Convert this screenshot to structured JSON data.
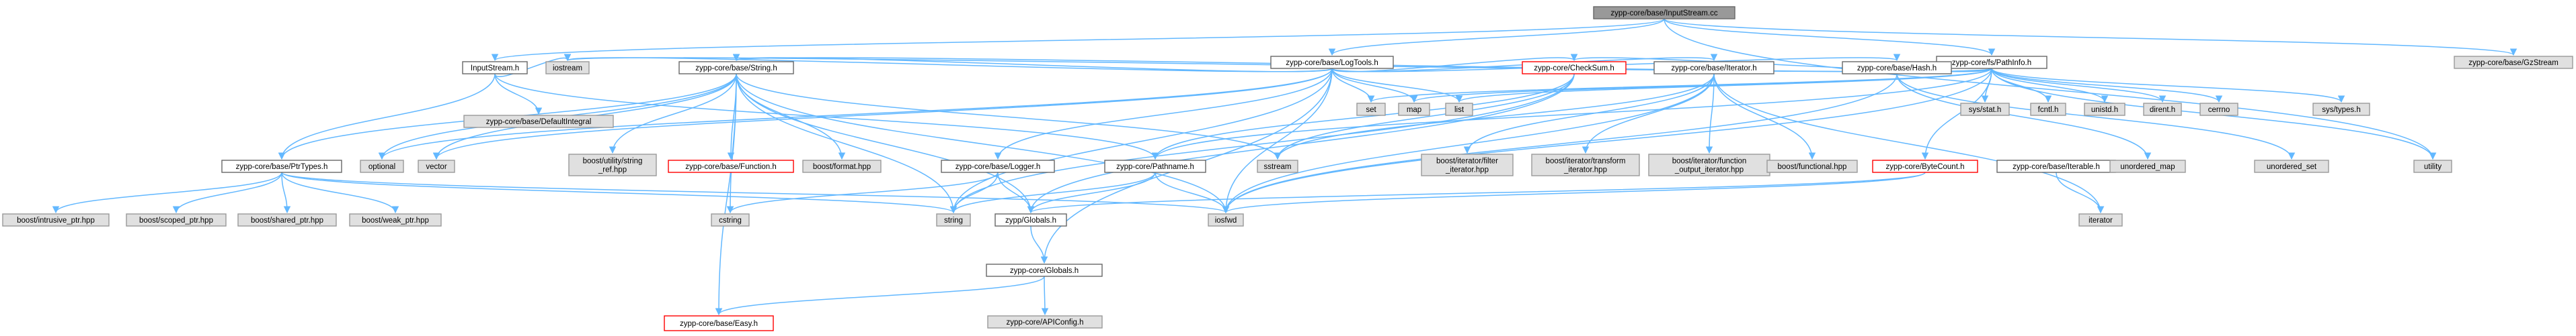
{
  "colors": {
    "edge": "#63b8ff",
    "root_fill": "#999999",
    "ext_fill": "#e0e0e0",
    "ext_border": "#999999",
    "doc_border": "#666666",
    "missing_border": "#ff0000",
    "white": "#ffffff"
  },
  "legend_styles": {
    "root": "current file (grey fill)",
    "doc": "documented header (white, grey border)",
    "ext": "external header (light grey fill)",
    "missing": "undocumented header (red border)"
  },
  "nodes": [
    {
      "id": "n_root",
      "label": "zypp-core/base/InputStream.cc",
      "style": "root"
    },
    {
      "id": "n_inputstream_h",
      "label": "InputStream.h",
      "style": "doc"
    },
    {
      "id": "n_logtools",
      "label": "zypp-core/base/LogTools.h",
      "style": "doc"
    },
    {
      "id": "n_pathinfo",
      "label": "zypp-core/fs/PathInfo.h",
      "style": "doc"
    },
    {
      "id": "n_gzstream",
      "label": "zypp-core/base/GzStream",
      "style": "ext"
    },
    {
      "id": "n_iostream",
      "label": "iostream",
      "style": "ext"
    },
    {
      "id": "n_defaultintegral",
      "label": "zypp-core/base/DefaultIntegral",
      "style": "ext"
    },
    {
      "id": "n_ptrtypes",
      "label": "zypp-core/base/PtrTypes.h",
      "style": "doc"
    },
    {
      "id": "n_string_h",
      "label": "zypp-core/base/String.h",
      "style": "doc"
    },
    {
      "id": "n_optional",
      "label": "optional",
      "style": "ext"
    },
    {
      "id": "n_vector",
      "label": "vector",
      "style": "ext"
    },
    {
      "id": "n_boost_stringref",
      "label": "boost/utility/string\n_ref.hpp",
      "style": "ext"
    },
    {
      "id": "n_function_h",
      "label": "zypp-core/base/Function.h",
      "style": "missing"
    },
    {
      "id": "n_boost_format",
      "label": "boost/format.hpp",
      "style": "ext"
    },
    {
      "id": "n_boost_intrusive",
      "label": "boost/intrusive_ptr.hpp",
      "style": "ext"
    },
    {
      "id": "n_boost_scoped",
      "label": "boost/scoped_ptr.hpp",
      "style": "ext"
    },
    {
      "id": "n_boost_shared",
      "label": "boost/shared_ptr.hpp",
      "style": "ext"
    },
    {
      "id": "n_boost_weak",
      "label": "boost/weak_ptr.hpp",
      "style": "ext"
    },
    {
      "id": "n_cstring",
      "label": "cstring",
      "style": "ext"
    },
    {
      "id": "n_string",
      "label": "string",
      "style": "ext"
    },
    {
      "id": "n_sstream",
      "label": "sstream",
      "style": "ext"
    },
    {
      "id": "n_set",
      "label": "set",
      "style": "ext"
    },
    {
      "id": "n_map",
      "label": "map",
      "style": "ext"
    },
    {
      "id": "n_list",
      "label": "list",
      "style": "ext"
    },
    {
      "id": "n_checksum",
      "label": "zypp-core/CheckSum.h",
      "style": "missing"
    },
    {
      "id": "n_iterator_h",
      "label": "zypp-core/base/Iterator.h",
      "style": "doc"
    },
    {
      "id": "n_hash_h",
      "label": "zypp-core/base/Hash.h",
      "style": "doc"
    },
    {
      "id": "n_logger_h",
      "label": "zypp-core/base/Logger.h",
      "style": "doc"
    },
    {
      "id": "n_pathname",
      "label": "zypp-core/Pathname.h",
      "style": "doc"
    },
    {
      "id": "n_globals_zypp",
      "label": "zypp/Globals.h",
      "style": "doc"
    },
    {
      "id": "n_iosfwd",
      "label": "iosfwd",
      "style": "ext"
    },
    {
      "id": "n_globals_core",
      "label": "zypp-core/Globals.h",
      "style": "doc"
    },
    {
      "id": "n_easy_h",
      "label": "zypp-core/base/Easy.h",
      "style": "missing"
    },
    {
      "id": "n_apiconfig",
      "label": "zypp-core/APIConfig.h",
      "style": "ext"
    },
    {
      "id": "n_boost_filter",
      "label": "boost/iterator/filter\n_iterator.hpp",
      "style": "ext"
    },
    {
      "id": "n_boost_transform",
      "label": "boost/iterator/transform\n_iterator.hpp",
      "style": "ext"
    },
    {
      "id": "n_boost_funcout",
      "label": "boost/iterator/function\n_output_iterator.hpp",
      "style": "ext"
    },
    {
      "id": "n_boost_functional",
      "label": "boost/functional.hpp",
      "style": "ext"
    },
    {
      "id": "n_bytecount",
      "label": "zypp-core/ByteCount.h",
      "style": "missing"
    },
    {
      "id": "n_iterable",
      "label": "zypp-core/base/Iterable.h",
      "style": "doc"
    },
    {
      "id": "n_iterator",
      "label": "iterator",
      "style": "ext"
    },
    {
      "id": "n_unordered_map",
      "label": "unordered_map",
      "style": "ext"
    },
    {
      "id": "n_unordered_set",
      "label": "unordered_set",
      "style": "ext"
    },
    {
      "id": "n_sys_stat",
      "label": "sys/stat.h",
      "style": "ext"
    },
    {
      "id": "n_fcntl",
      "label": "fcntl.h",
      "style": "ext"
    },
    {
      "id": "n_unistd",
      "label": "unistd.h",
      "style": "ext"
    },
    {
      "id": "n_dirent",
      "label": "dirent.h",
      "style": "ext"
    },
    {
      "id": "n_cerrno",
      "label": "cerrno",
      "style": "ext"
    },
    {
      "id": "n_sys_types",
      "label": "sys/types.h",
      "style": "ext"
    },
    {
      "id": "n_utility",
      "label": "utility",
      "style": "ext"
    }
  ],
  "edges": [
    [
      "n_root",
      "n_inputstream_h"
    ],
    [
      "n_root",
      "n_logtools"
    ],
    [
      "n_root",
      "n_pathinfo"
    ],
    [
      "n_root",
      "n_gzstream"
    ],
    [
      "n_root",
      "n_utility"
    ],
    [
      "n_inputstream_h",
      "n_iostream"
    ],
    [
      "n_inputstream_h",
      "n_defaultintegral"
    ],
    [
      "n_inputstream_h",
      "n_ptrtypes"
    ],
    [
      "n_inputstream_h",
      "n_pathname"
    ],
    [
      "n_logtools",
      "n_iostream"
    ],
    [
      "n_logtools",
      "n_optional"
    ],
    [
      "n_logtools",
      "n_vector"
    ],
    [
      "n_logtools",
      "n_string_h"
    ],
    [
      "n_logtools",
      "n_set"
    ],
    [
      "n_logtools",
      "n_map"
    ],
    [
      "n_logtools",
      "n_list"
    ],
    [
      "n_logtools",
      "n_checksum"
    ],
    [
      "n_logtools",
      "n_iterator_h"
    ],
    [
      "n_logtools",
      "n_hash_h"
    ],
    [
      "n_logtools",
      "n_logger_h"
    ],
    [
      "n_logtools",
      "n_globals_core"
    ],
    [
      "n_logtools",
      "n_string"
    ],
    [
      "n_logtools",
      "n_iosfwd"
    ],
    [
      "n_pathinfo",
      "n_iostream"
    ],
    [
      "n_pathinfo",
      "n_set"
    ],
    [
      "n_pathinfo",
      "n_map"
    ],
    [
      "n_pathinfo",
      "n_list"
    ],
    [
      "n_pathinfo",
      "n_sys_stat"
    ],
    [
      "n_pathinfo",
      "n_fcntl"
    ],
    [
      "n_pathinfo",
      "n_unistd"
    ],
    [
      "n_pathinfo",
      "n_dirent"
    ],
    [
      "n_pathinfo",
      "n_cerrno"
    ],
    [
      "n_pathinfo",
      "n_sys_types"
    ],
    [
      "n_pathinfo",
      "n_utility"
    ],
    [
      "n_pathinfo",
      "n_pathname"
    ],
    [
      "n_pathinfo",
      "n_checksum"
    ],
    [
      "n_pathinfo",
      "n_bytecount"
    ],
    [
      "n_pathinfo",
      "n_iosfwd"
    ],
    [
      "n_pathinfo",
      "n_string_h"
    ],
    [
      "n_string_h",
      "n_cstring"
    ],
    [
      "n_string_h",
      "n_iosfwd"
    ],
    [
      "n_string_h",
      "n_vector"
    ],
    [
      "n_string_h",
      "n_string"
    ],
    [
      "n_string_h",
      "n_sstream"
    ],
    [
      "n_string_h",
      "n_optional"
    ],
    [
      "n_string_h",
      "n_boost_stringref"
    ],
    [
      "n_string_h",
      "n_function_h"
    ],
    [
      "n_string_h",
      "n_boost_format"
    ],
    [
      "n_string_h",
      "n_ptrtypes"
    ],
    [
      "n_string_h",
      "n_easy_h"
    ],
    [
      "n_string_h",
      "n_globals_zypp"
    ],
    [
      "n_ptrtypes",
      "n_boost_intrusive"
    ],
    [
      "n_ptrtypes",
      "n_boost_scoped"
    ],
    [
      "n_ptrtypes",
      "n_boost_shared"
    ],
    [
      "n_ptrtypes",
      "n_boost_weak"
    ],
    [
      "n_ptrtypes",
      "n_string"
    ],
    [
      "n_ptrtypes",
      "n_iosfwd"
    ],
    [
      "n_checksum",
      "n_string"
    ],
    [
      "n_checksum",
      "n_sstream"
    ],
    [
      "n_checksum",
      "n_pathname"
    ],
    [
      "n_checksum",
      "n_globals_zypp"
    ],
    [
      "n_iterator_h",
      "n_boost_filter"
    ],
    [
      "n_iterator_h",
      "n_boost_transform"
    ],
    [
      "n_iterator_h",
      "n_boost_funcout"
    ],
    [
      "n_iterator_h",
      "n_boost_functional"
    ],
    [
      "n_iterator_h",
      "n_iterator"
    ],
    [
      "n_iterator_h",
      "n_iosfwd"
    ],
    [
      "n_iterator_h",
      "n_sstream"
    ],
    [
      "n_hash_h",
      "n_unordered_map"
    ],
    [
      "n_hash_h",
      "n_unordered_set"
    ],
    [
      "n_hash_h",
      "n_iosfwd"
    ],
    [
      "n_logger_h",
      "n_cstring"
    ],
    [
      "n_logger_h",
      "n_string"
    ],
    [
      "n_logger_h",
      "n_globals_zypp"
    ],
    [
      "n_pathname",
      "n_iosfwd"
    ],
    [
      "n_pathname",
      "n_string"
    ],
    [
      "n_pathname",
      "n_globals_zypp"
    ],
    [
      "n_globals_zypp",
      "n_globals_core"
    ],
    [
      "n_globals_core",
      "n_easy_h"
    ],
    [
      "n_globals_core",
      "n_apiconfig"
    ],
    [
      "n_bytecount",
      "n_iosfwd"
    ],
    [
      "n_bytecount",
      "n_globals_zypp"
    ],
    [
      "n_iterable",
      "n_iterator"
    ]
  ]
}
